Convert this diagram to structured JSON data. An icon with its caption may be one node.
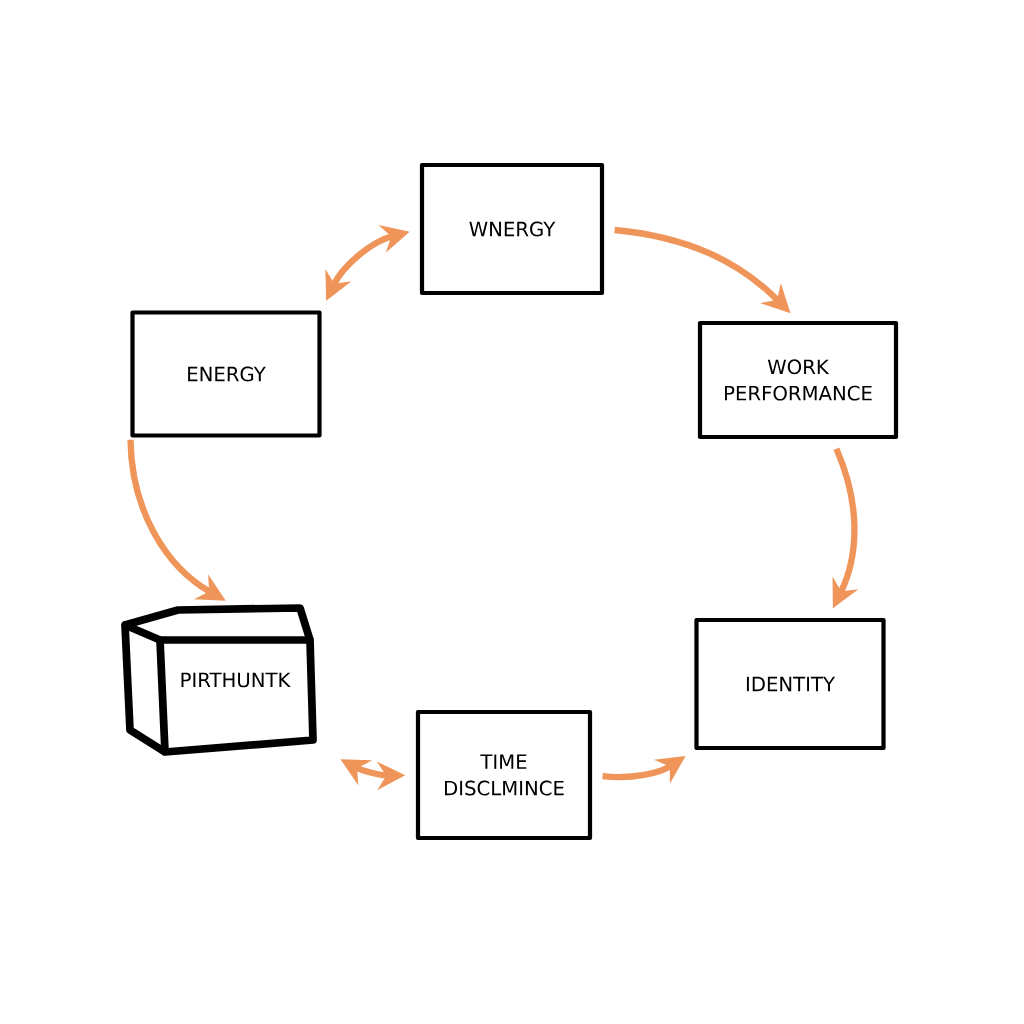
{
  "diagram": {
    "nodes": [
      {
        "text": [
          "WNERGY"
        ]
      },
      {
        "text": [
          "ENERGY"
        ]
      },
      {
        "text": [
          "WORK PERFORMANCE"
        ]
      },
      {
        "text": [
          "PIRTHUNTK"
        ]
      },
      {
        "text": [
          "IDENTITY"
        ]
      },
      {
        "text": [
          "TIME DISCLMINCE"
        ]
      }
    ],
    "edges": [
      {
        "from": 0,
        "to": 1,
        "arrow": "both"
      },
      {
        "from": 0,
        "to": 2,
        "arrow": "to"
      },
      {
        "from": 1,
        "to": 3,
        "arrow": "to"
      },
      {
        "from": 2,
        "to": 4,
        "arrow": "to"
      },
      {
        "from": 3,
        "to": 5,
        "arrow": "both"
      },
      {
        "from": 5,
        "to": 4,
        "arrow": "to"
      }
    ]
  }
}
